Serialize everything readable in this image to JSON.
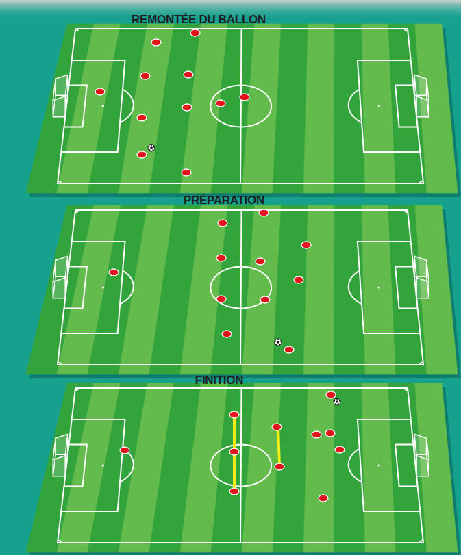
{
  "diagram": {
    "labels": [
      "REMONTÉE DU BALLON",
      "PRÉPARATION",
      "FINITION"
    ]
  }
}
